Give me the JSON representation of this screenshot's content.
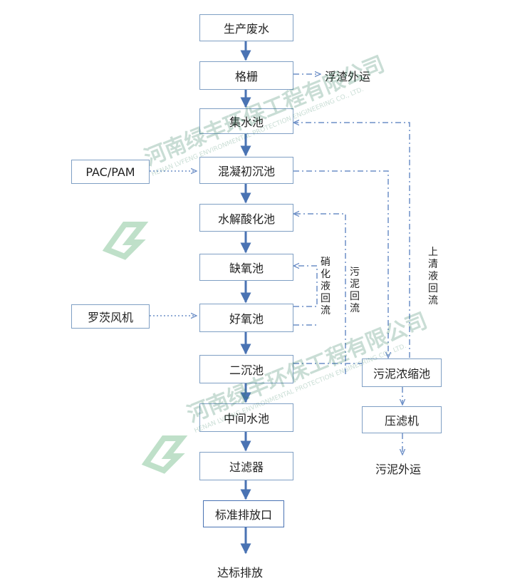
{
  "main_flow": [
    "生产废水",
    "格栅",
    "集水池",
    "混凝初沉池",
    "水解酸化池",
    "缺氧池",
    "好氧池",
    "二沉池",
    "中间水池",
    "过滤器",
    "标准排放口"
  ],
  "final_output": "达标排放",
  "inputs": {
    "pac": "PAC/PAM",
    "blower": "罗茨风机"
  },
  "side": {
    "slag": "浮渣外运",
    "thickener": "污泥浓缩池",
    "press": "压滤机",
    "sludge_out": "污泥外运"
  },
  "return_labels": {
    "nitrification": "硝化液回流",
    "sludge_return": "污泥回流",
    "supernatant": "上清液回流"
  },
  "watermark": {
    "cn": "河南绿丰环保工程有限公司",
    "en": "HENAN LVFENG ENVIRONMENTAL PROTECTION ENGINEERING CO., LTD."
  },
  "colors": {
    "arrow": "#4a73b3",
    "dash": "#6d8fc7",
    "box_border": "#7f9fc4",
    "watermark": "#2e7d5b"
  }
}
